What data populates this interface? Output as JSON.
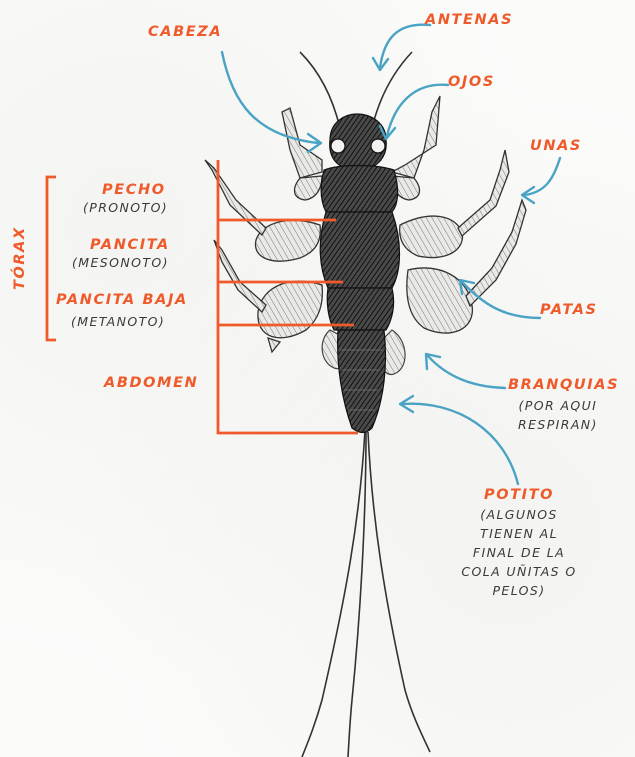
{
  "labels": {
    "cabeza": "CABEZA",
    "antenas": "ANTENAS",
    "ojos": "OJOS",
    "unas": "UNAS",
    "pecho": "PECHO",
    "pronoto": "(PRONOTO)",
    "pancita": "PANCITA",
    "mesonoto": "(MESONOTO)",
    "pancita_baja": "PANCITA BAJA",
    "metanoto": "(METANOTO)",
    "torax": "TÓRAX",
    "abdomen": "ABDOMEN",
    "patas": "PATAS",
    "branquias": "BRANQUIAS",
    "branquias_note": [
      "(POR AQUI",
      "RESPIRAN)"
    ],
    "potito": "POTITO",
    "potito_note": [
      "(ALGUNOS",
      "TIENEN AL",
      "FINAL  DE LA",
      "COLA  UÑITAS O",
      "PELOS)"
    ]
  },
  "colors": {
    "label": "#ef5a2a",
    "arrow": "#4aa3c4",
    "bracket": "#ef5a2a",
    "note_text": "#3a3a3a",
    "insect": "#222222"
  }
}
